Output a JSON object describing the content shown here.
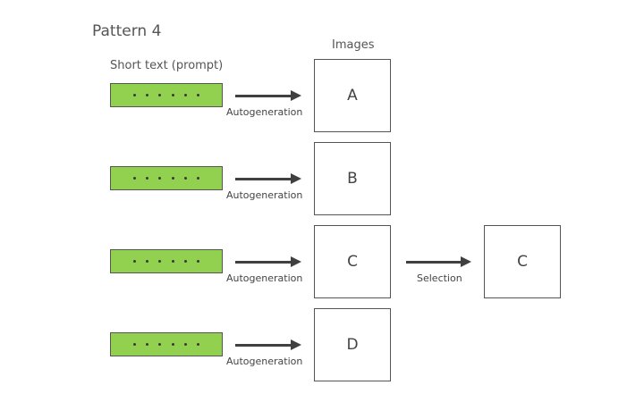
{
  "title": "Pattern 4",
  "headers": {
    "prompt": "Short text (prompt)",
    "images": "Images"
  },
  "rows": [
    {
      "arrow_label": "Autogeneration",
      "image_label": "A"
    },
    {
      "arrow_label": "Autogeneration",
      "image_label": "B"
    },
    {
      "arrow_label": "Autogeneration",
      "image_label": "C"
    },
    {
      "arrow_label": "Autogeneration",
      "image_label": "D"
    }
  ],
  "selection": {
    "arrow_label": "Selection",
    "result_label": "C"
  },
  "colors": {
    "prompt_fill": "#92d050",
    "arrow": "#404040",
    "border": "#555555"
  }
}
